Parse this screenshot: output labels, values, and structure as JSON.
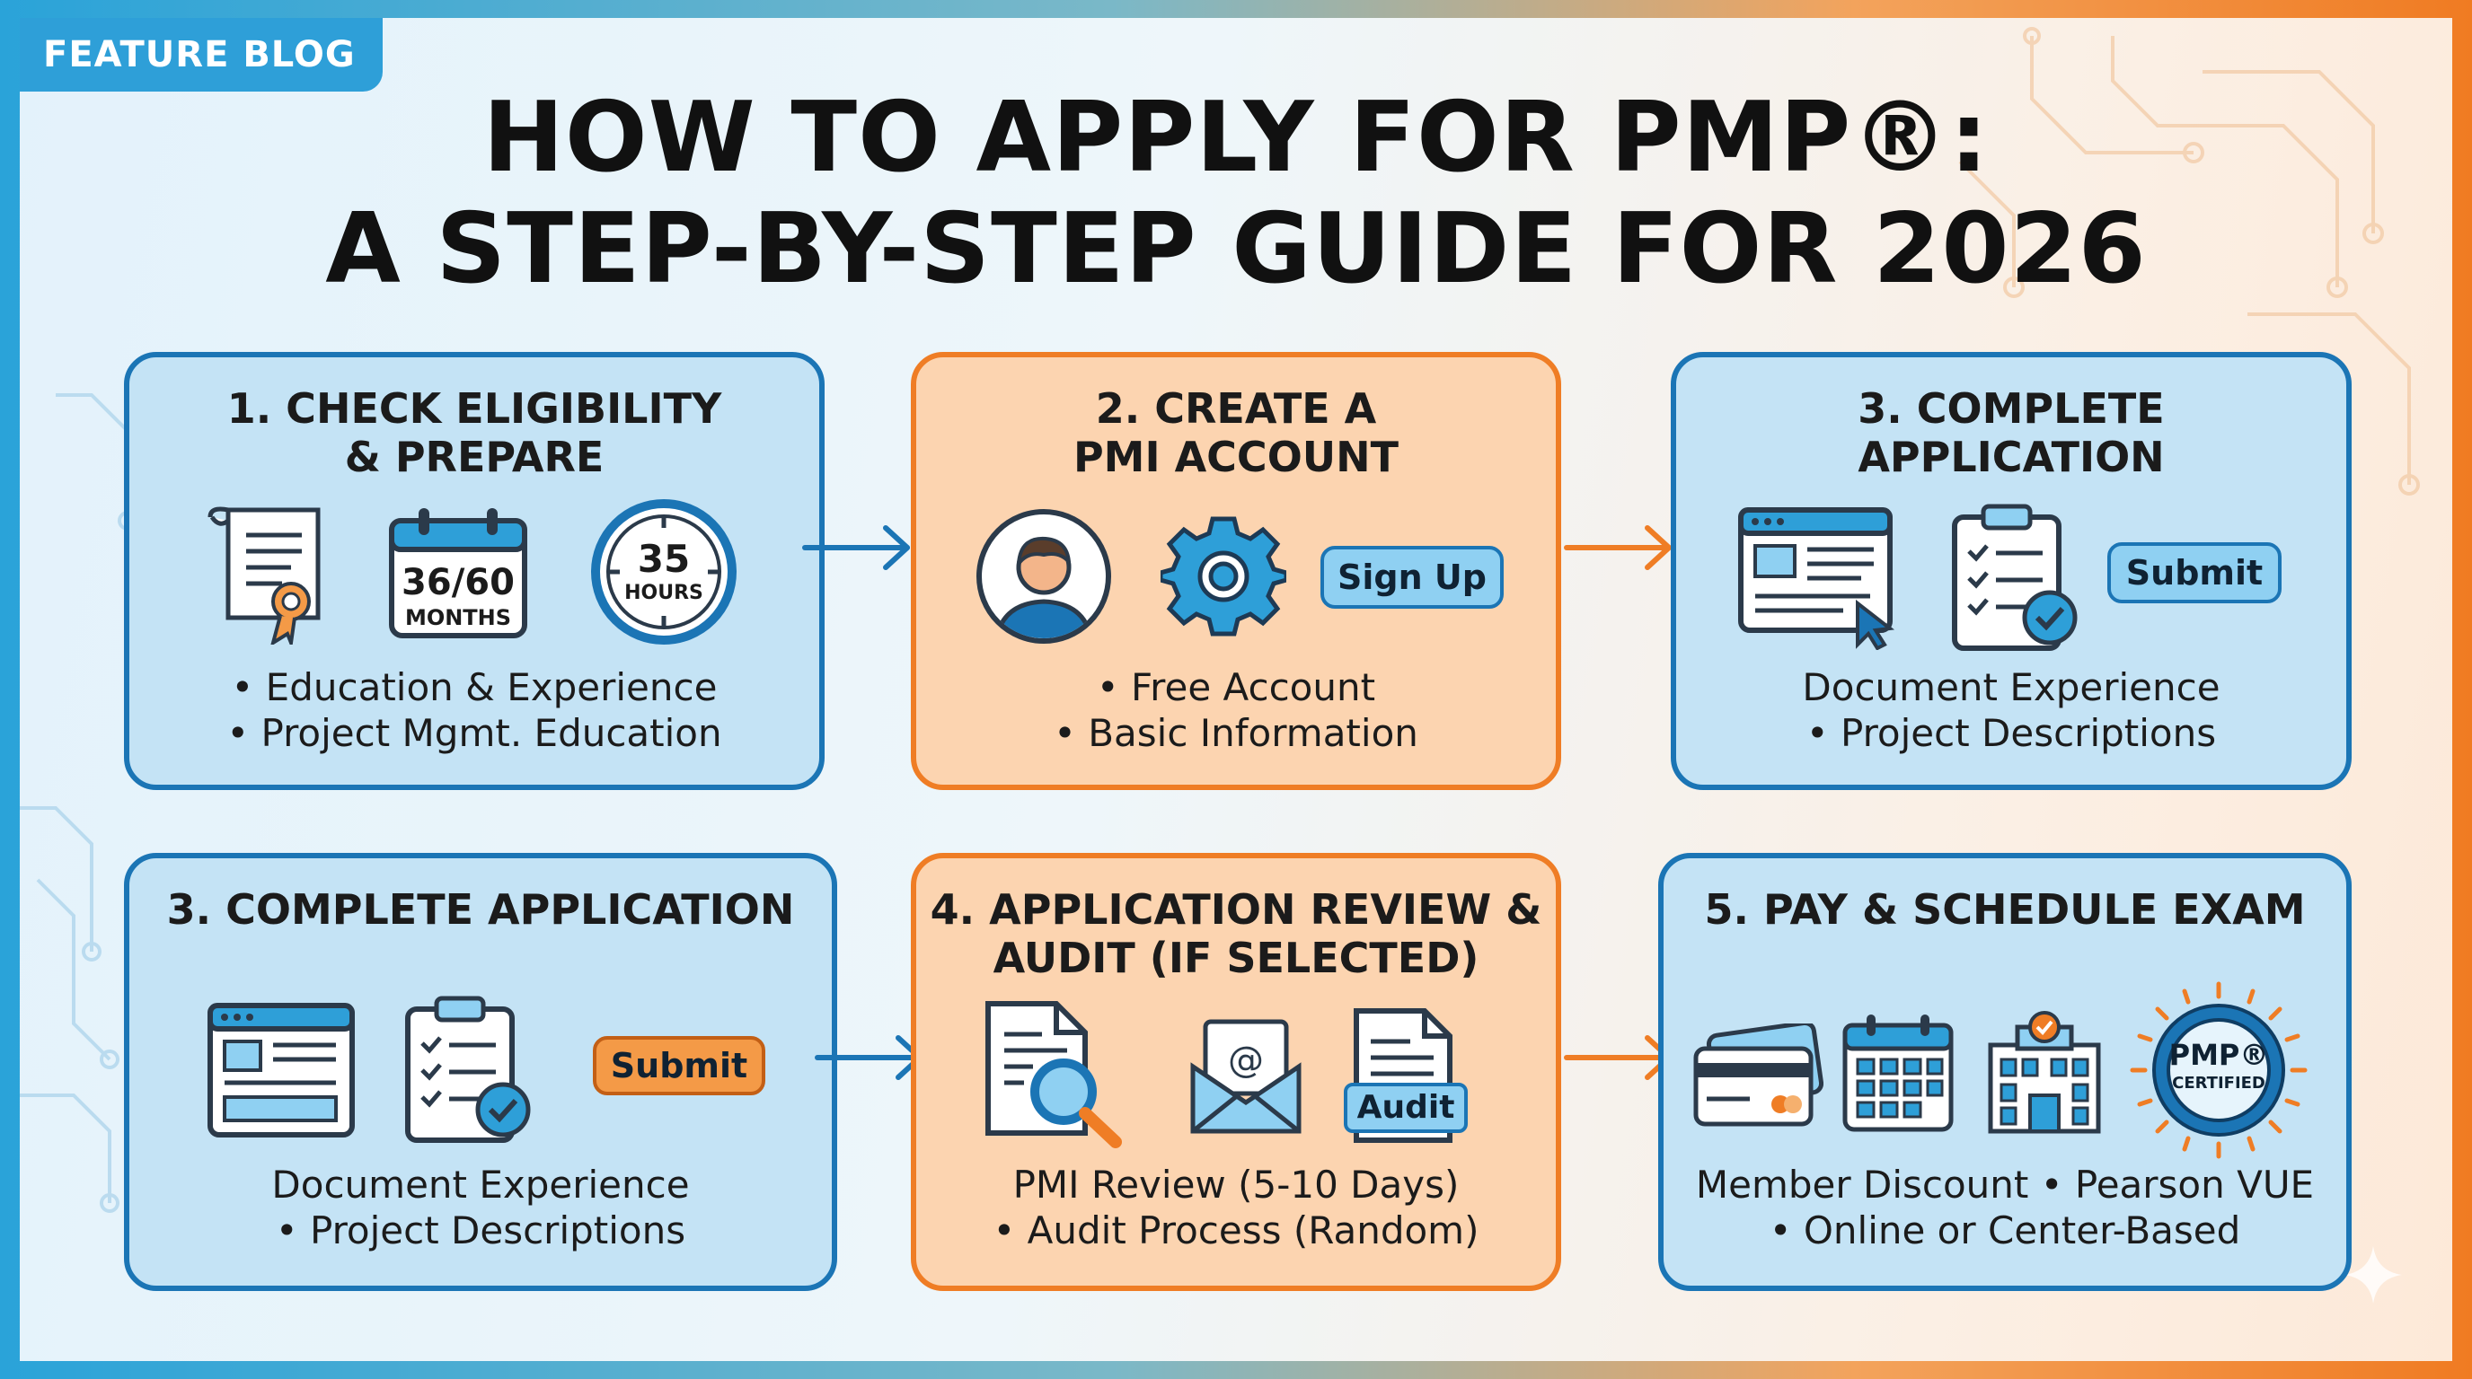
{
  "tag": "FEATURE BLOG",
  "title": {
    "line1": "HOW TO APPLY FOR PMP®:",
    "line2": "A STEP-BY-STEP GUIDE FOR 2026"
  },
  "colors": {
    "blue": "#1b75b5",
    "orange": "#ef7d25",
    "blue_fill": "#c4e3f5",
    "orange_fill": "#fcd4b0"
  },
  "cards": [
    {
      "title_lines": [
        "1. CHECK ELIGIBILITY",
        "& PREPARE"
      ],
      "icons": [
        "certificate-icon",
        "calendar-icon",
        "clock-icon"
      ],
      "calendar_main": "36/60",
      "calendar_sub": "MONTHS",
      "clock_main": "35",
      "clock_sub": "HOURS",
      "lines": [
        "• Education & Experience",
        "• Project Mgmt. Education"
      ]
    },
    {
      "title_lines": [
        "2. CREATE A",
        "PMI ACCOUNT"
      ],
      "icons": [
        "user-avatar-icon",
        "gear-icon"
      ],
      "button": "Sign Up",
      "lines": [
        "• Free Account",
        "• Basic Information"
      ]
    },
    {
      "title_lines": [
        "3. COMPLETE",
        "APPLICATION"
      ],
      "icons": [
        "browser-window-icon",
        "checklist-clipboard-icon"
      ],
      "button": "Submit",
      "lines": [
        "Document Experience",
        "• Project Descriptions"
      ]
    },
    {
      "title_lines": [
        "3. COMPLETE APPLICATION"
      ],
      "icons": [
        "browser-window-icon",
        "checklist-clipboard-icon"
      ],
      "button": "Submit",
      "lines": [
        "Document Experience",
        "• Project Descriptions"
      ]
    },
    {
      "title_lines": [
        "4. APPLICATION REVIEW &",
        "AUDIT (IF SELECTED)"
      ],
      "icons": [
        "document-search-icon",
        "email-envelope-icon",
        "audit-document-icon"
      ],
      "audit_label": "Audit",
      "lines": [
        "PMI Review (5-10 Days)",
        "• Audit Process (Random)"
      ]
    },
    {
      "title_lines": [
        "5. PAY & SCHEDULE EXAM"
      ],
      "icons": [
        "credit-card-icon",
        "calendar-grid-icon",
        "test-center-building-icon",
        "certified-badge-icon"
      ],
      "badge_main": "PMP®",
      "badge_sub": "CERTIFIED",
      "lines": [
        "Member Discount • Pearson VUE",
        "• Online or Center-Based"
      ]
    }
  ]
}
